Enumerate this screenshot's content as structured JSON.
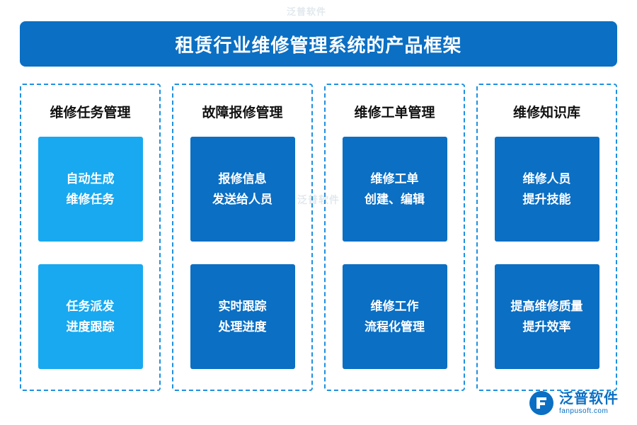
{
  "header": {
    "title": "租赁行业维修管理系统的产品框架",
    "bg_color": "#0B6FC4",
    "text_color": "#FFFFFF"
  },
  "theme": {
    "light_blue": "#18A9F0",
    "dark_blue": "#0B6FC4",
    "dashed_border": "#1E90E0"
  },
  "columns": [
    {
      "title": "维修任务管理",
      "cards": [
        {
          "style": "light",
          "line1": "自动生成",
          "line2": "维修任务"
        },
        {
          "style": "light",
          "line1": "任务派发",
          "line2": "进度跟踪"
        }
      ]
    },
    {
      "title": "故障报修管理",
      "cards": [
        {
          "style": "dark",
          "line1": "报修信息",
          "line2": "发送给人员"
        },
        {
          "style": "dark",
          "line1": "实时跟踪",
          "line2": "处理进度"
        }
      ]
    },
    {
      "title": "维修工单管理",
      "cards": [
        {
          "style": "dark",
          "line1": "维修工单",
          "line2": "创建、编辑"
        },
        {
          "style": "dark",
          "line1": "维修工作",
          "line2": "流程化管理"
        }
      ]
    },
    {
      "title": "维修知识库",
      "cards": [
        {
          "style": "dark",
          "line1": "维修人员",
          "line2": "提升技能"
        },
        {
          "style": "dark",
          "line1": "提高维修质量",
          "line2": "提升效率"
        }
      ]
    }
  ],
  "watermarks": {
    "top": "泛普软件",
    "center": "泛普软件"
  },
  "logo": {
    "name_cn": "泛普软件",
    "name_en": "fanpusoft.com"
  }
}
